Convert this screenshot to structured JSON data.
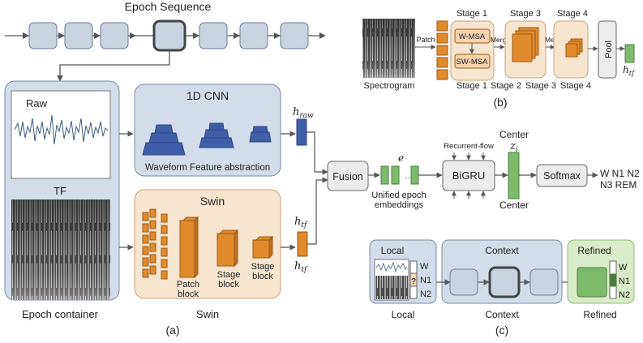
{
  "colors": {
    "block_gray": "#c9d3e2",
    "block_stroke": "#6b7a90",
    "panel_blue": "#d3dcea",
    "cnn_blue": "#3f5ea8",
    "swin_orange": "#e08a2c",
    "swin_panel": "#f8e5cf",
    "green": "#7dbb6c",
    "refined_panel": "#d9ecc9"
  },
  "panel_a": {
    "epoch_sequence_title": "Epoch Sequence",
    "raw_label": "Raw",
    "tf_label": "TF",
    "epoch_container_label": "Epoch container",
    "cnn_title": "1D CNN",
    "cnn_caption": "Waveform Feature abstraction",
    "h_raw": "h",
    "h_raw_sub": "raw",
    "swin_title": "Swin",
    "swin_caption": "Swin",
    "patch_block": [
      "Patch",
      "block"
    ],
    "stage_block_1": [
      "Stage",
      "block"
    ],
    "stage_block_2": [
      "Stage",
      "block"
    ],
    "h_tf_top": "h",
    "h_tf_top_sub": "tf",
    "h_tf_bottom": "h",
    "h_tf_bottom_sub": "tf",
    "fusion": "Fusion",
    "e_label": "e",
    "unified": [
      "Unified epoch",
      "embeddings"
    ],
    "recurrent_flow": "Recurrent-flow",
    "bigru": "BiGRU",
    "center_top": "Center",
    "z_label": "z",
    "z_sub": "i",
    "center_bottom": "Center",
    "softmax": "Softmax",
    "classes_line1": "W N1 N2",
    "classes_line2": "N3 REM",
    "caption": "(a)"
  },
  "panel_b": {
    "spectrogram": "Spectrogram",
    "patch": "Patch",
    "stage1_top": "Stage 1",
    "w_msa": "W-MSA",
    "sw_msa": "SW-MSA",
    "stage1_bottom": "Stage 1",
    "merge1": "Merge",
    "stage3_top": "Stage 3",
    "stage2_bottom": "Stage 2",
    "stage3_bottom": "Stage 3",
    "merge2": "Merge",
    "stage4_top": "Stage 4",
    "stage4_bottom": "Stage 4",
    "pool": "Pool",
    "h_tf": "h",
    "h_tf_sub": "tf",
    "caption": "(b)"
  },
  "panel_c": {
    "local_title": "Local",
    "local_caption": "Local",
    "local_stages": [
      "W",
      "N1",
      "N2"
    ],
    "q_mark": "?",
    "context_title": "Context",
    "context_caption": "Context",
    "refined_title": "Refined",
    "refined_caption": "Refined",
    "refined_stages": [
      "W",
      "N1",
      "N2"
    ],
    "caption": "(c)"
  }
}
